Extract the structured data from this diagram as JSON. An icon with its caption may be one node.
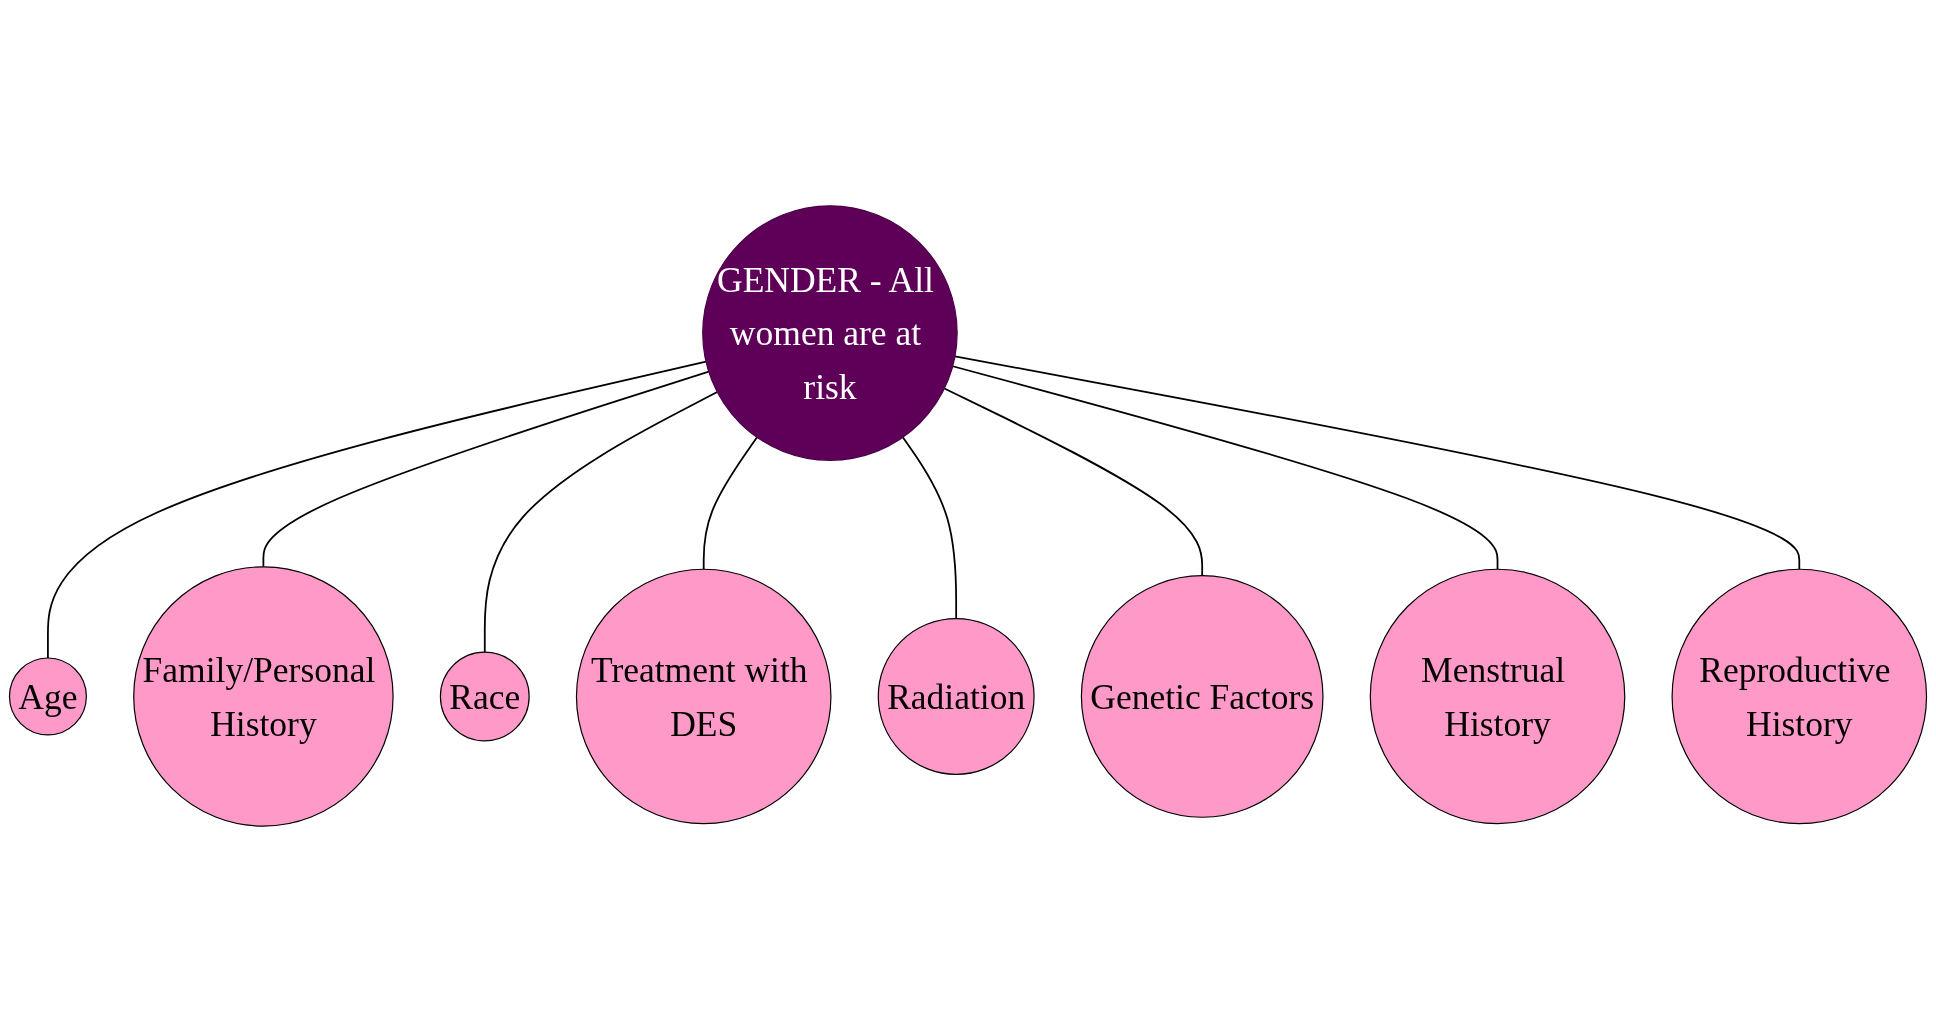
{
  "diagram": {
    "nodes": [
      {
        "text": [
          "GENDER - All women are at risk"
        ]
      },
      {
        "text": [
          "Age"
        ]
      },
      {
        "text": [
          "Family/Personal History"
        ]
      },
      {
        "text": [
          "Race"
        ]
      },
      {
        "text": [
          "Treatment with DES"
        ]
      },
      {
        "text": [
          "Radiation"
        ]
      },
      {
        "text": [
          "Genetic Factors"
        ]
      },
      {
        "text": [
          "Menstrual History"
        ]
      },
      {
        "text": [
          "Reproductive History"
        ]
      }
    ],
    "edges": [
      {
        "from": 0,
        "to": 1,
        "arrow": "none"
      },
      {
        "from": 0,
        "to": 2,
        "arrow": "none"
      },
      {
        "from": 0,
        "to": 3,
        "arrow": "none"
      },
      {
        "from": 0,
        "to": 4,
        "arrow": "none"
      },
      {
        "from": 0,
        "to": 5,
        "arrow": "none"
      },
      {
        "from": 0,
        "to": 6,
        "arrow": "none"
      },
      {
        "from": 0,
        "to": 7,
        "arrow": "none"
      },
      {
        "from": 0,
        "to": 8,
        "arrow": "none"
      }
    ]
  }
}
